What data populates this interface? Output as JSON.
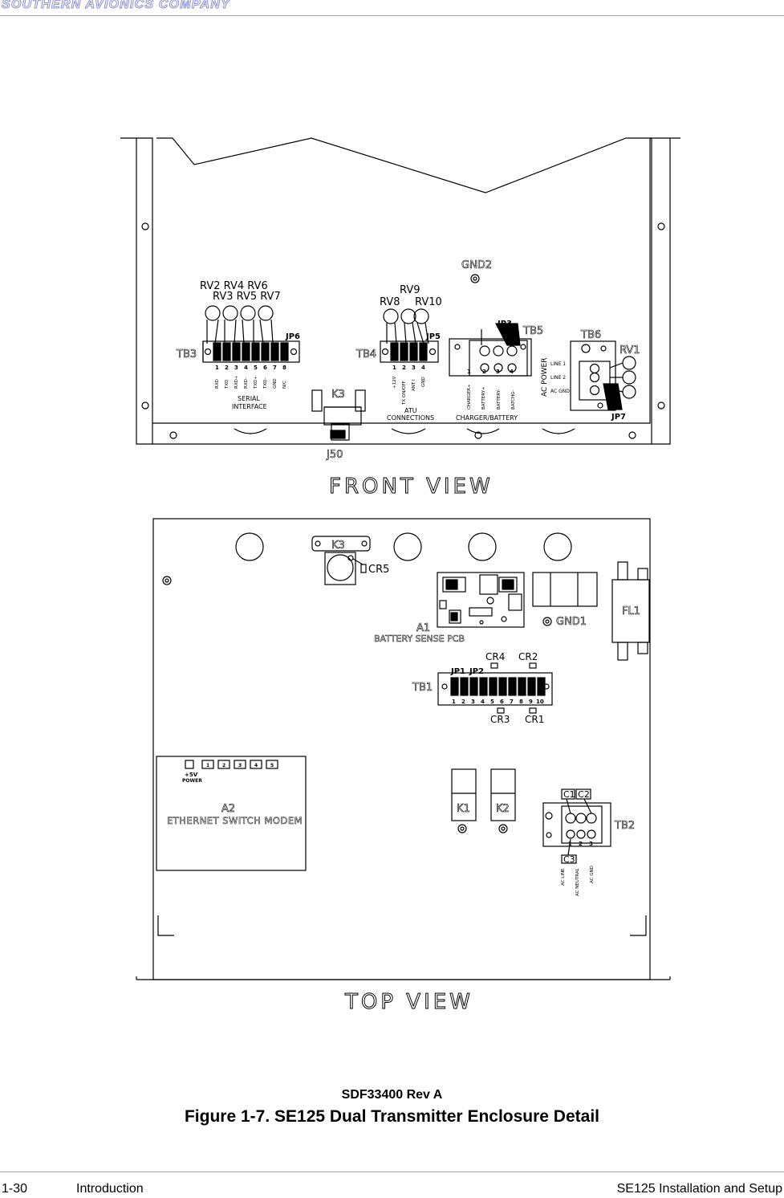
{
  "header": {
    "company": "SOUTHERN AVIONICS COMPANY"
  },
  "front_view": {
    "title": "FRONT VIEW",
    "rv_row1": "RV2 RV4   RV6",
    "rv_row2": "RV3   RV5 RV7",
    "rv9": "RV9",
    "rv8": "RV8",
    "rv10": "RV10",
    "gnd2": "GND2",
    "tb3": "TB3",
    "jp6": "JP6",
    "tb4": "TB4",
    "jp5": "JP5",
    "jp3": "JP3",
    "tb5": "TB5",
    "tb6": "TB6",
    "rv1": "RV1",
    "jp7": "JP7",
    "k3": "K3",
    "j50": "J50",
    "serial_interface_line1": "SERIAL",
    "serial_interface_line2": "INTERFACE",
    "atu_line1": "ATU",
    "atu_line2": "CONNECTIONS",
    "charger_battery": "CHARGER/BATTERY",
    "ac_power": "AC POWER",
    "line1": "LINE 1",
    "line2": "LINE 2",
    "ac_gnd": "AC GND",
    "tb3_pins": [
      "1",
      "2",
      "3",
      "4",
      "5",
      "6",
      "7",
      "8"
    ],
    "tb3_signals": [
      "RXD",
      "TXD",
      "RXD+",
      "RXD-",
      "TXD+",
      "TXD-",
      "GND",
      "N/C"
    ],
    "tb4_pins": [
      "1",
      "2",
      "3",
      "4"
    ],
    "tb4_signals": [
      "+12V",
      "TX ON/OFF",
      "ANT I",
      "GND"
    ],
    "tb5_pins": [
      "1",
      "2",
      "3",
      "4"
    ],
    "tb5_signals": [
      "CHARGER+",
      "BATTERY+",
      "BATTERY-",
      "BATCHG-"
    ]
  },
  "top_view": {
    "title": "TOP VIEW",
    "k3": "K3",
    "cr5": "CR5",
    "a1": "A1",
    "battery_sense": "BATTERY SENSE PCB",
    "gnd1": "GND1",
    "fl1": "FL1",
    "cr4": "CR4",
    "cr2": "CR2",
    "jp1": "JP1",
    "jp2": "JP2",
    "tb1": "TB1",
    "cr3": "CR3",
    "cr1": "CR1",
    "tb1_pins": [
      "1",
      "2",
      "3",
      "4",
      "5",
      "6",
      "7",
      "8",
      "9",
      "10"
    ],
    "plus5v": "+5V",
    "power": "POWER",
    "a2": "A2",
    "ethernet": "ETHERNET SWITCH MODEM",
    "switch_ports": [
      "1",
      "2",
      "3",
      "4",
      "5"
    ],
    "k1": "K1",
    "k2": "K2",
    "c1c2": "C1 C2",
    "c3": "C3",
    "tb2": "TB2",
    "tb2_pins": [
      "1",
      "2",
      "3"
    ],
    "tb2_signals": [
      "AC LINE",
      "AC NEUTRAL",
      "AC GND"
    ]
  },
  "doc_number": "SDF33400 Rev A",
  "caption": "Figure 1-7.  SE125 Dual Transmitter Enclosure Detail",
  "footer": {
    "page": "1-30",
    "section": "Introduction",
    "title": "SE125 Installation and Setup"
  }
}
